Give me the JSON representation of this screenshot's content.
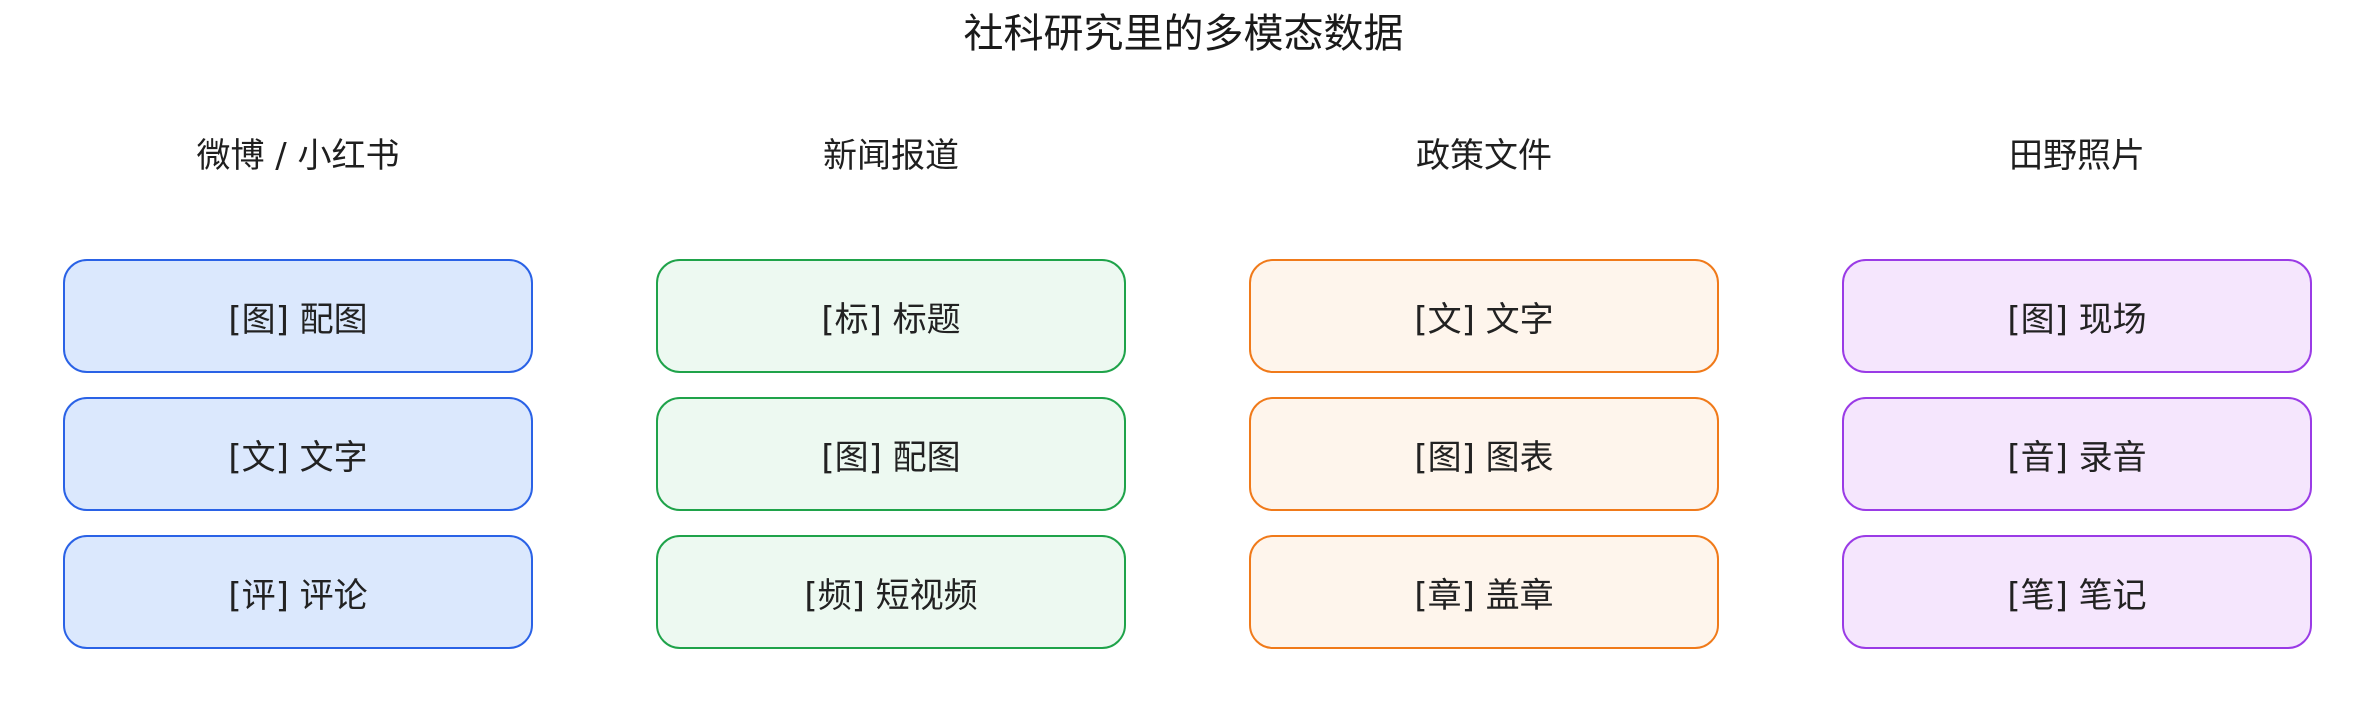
{
  "title": "社科研究里的多模态数据",
  "columns": [
    {
      "header": "微博 / 小红书",
      "color": "#2a62e6",
      "fill": "#dbe8fd",
      "items": [
        {
          "label": "[图] 配图"
        },
        {
          "label": "[文] 文字"
        },
        {
          "label": "[评] 评论"
        }
      ]
    },
    {
      "header": "新闻报道",
      "color": "#1fa34a",
      "fill": "#edf9f1",
      "items": [
        {
          "label": "[标] 标题"
        },
        {
          "label": "[图] 配图"
        },
        {
          "label": "[频] 短视频"
        }
      ]
    },
    {
      "header": "政策文件",
      "color": "#f07a1a",
      "fill": "#fef5ec",
      "items": [
        {
          "label": "[文] 文字"
        },
        {
          "label": "[图] 图表"
        },
        {
          "label": "[章] 盖章"
        }
      ]
    },
    {
      "header": "田野照片",
      "color": "#9a3be6",
      "fill": "#f5e6fd",
      "items": [
        {
          "label": "[图] 现场"
        },
        {
          "label": "[音] 录音"
        },
        {
          "label": "[笔] 笔记"
        }
      ]
    }
  ]
}
